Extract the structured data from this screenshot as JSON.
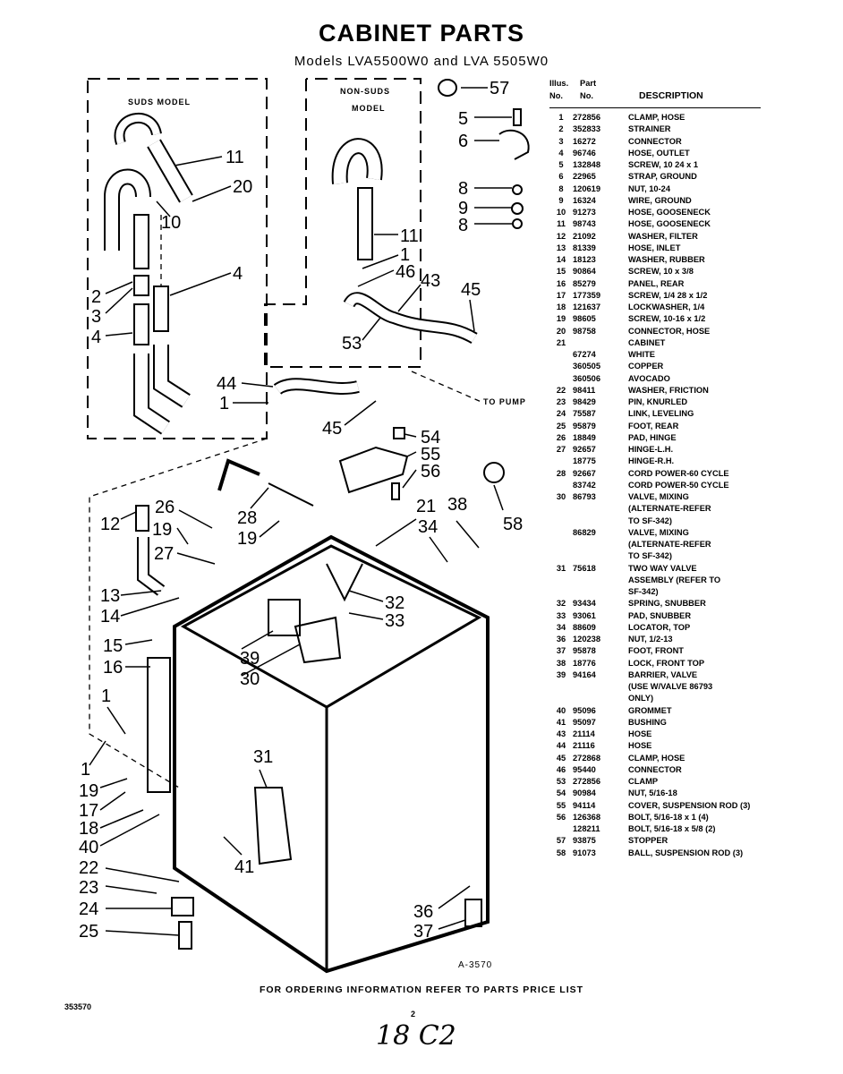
{
  "title": "CABINET PARTS",
  "subtitle": "Models LVA5500W0 and LVA 5505W0",
  "diagram": {
    "suds_label": "SUDS MODEL",
    "non_suds_label_1": "NON-SUDS",
    "non_suds_label_2": "MODEL",
    "to_pump_label": "TO PUMP",
    "figure_code": "A-3570",
    "callouts": {
      "c57": "57",
      "c5": "5",
      "c6": "6",
      "c8a": "8",
      "c9": "9",
      "c8b": "8",
      "c11a": "11",
      "c20": "20",
      "c10": "10",
      "c4a": "4",
      "c2": "2",
      "c3": "3",
      "c4b": "4",
      "c11b": "11",
      "c1a": "1",
      "c46": "46",
      "c43": "43",
      "c45a": "45",
      "c53": "53",
      "c44": "44",
      "c1b": "1",
      "c45b": "45",
      "c54": "54",
      "c55": "55",
      "c56": "56",
      "c58": "58",
      "c12": "12",
      "c26": "26",
      "c19a": "19",
      "c27": "27",
      "c28": "28",
      "c19b": "19",
      "c21": "21",
      "c38": "38",
      "c34": "34",
      "c32": "32",
      "c33": "33",
      "c13": "13",
      "c14": "14",
      "c15": "15",
      "c16": "16",
      "c39": "39",
      "c30": "30",
      "c1c": "1",
      "c1d": "1",
      "c31": "31",
      "c19c": "19",
      "c17": "17",
      "c18": "18",
      "c40": "40",
      "c41": "41",
      "c22": "22",
      "c23": "23",
      "c24": "24",
      "c25": "25",
      "c36": "36",
      "c37": "37"
    }
  },
  "parts_table": {
    "header_illus": "Illus.",
    "header_no": "No.",
    "header_part": "Part",
    "header_part_no": "No.",
    "header_desc": "DESCRIPTION",
    "rows": [
      {
        "no": "1",
        "part": "272856",
        "desc": "CLAMP, HOSE"
      },
      {
        "no": "2",
        "part": "352833",
        "desc": "STRAINER"
      },
      {
        "no": "3",
        "part": "16272",
        "desc": "CONNECTOR"
      },
      {
        "no": "4",
        "part": "96746",
        "desc": "HOSE, OUTLET"
      },
      {
        "no": "5",
        "part": "132848",
        "desc": "SCREW, 10 24 x 1"
      },
      {
        "no": "6",
        "part": "22965",
        "desc": "STRAP, GROUND"
      },
      {
        "no": "8",
        "part": "120619",
        "desc": "NUT, 10-24"
      },
      {
        "no": "9",
        "part": "16324",
        "desc": "WIRE, GROUND"
      },
      {
        "no": "10",
        "part": "91273",
        "desc": "HOSE, GOOSENECK"
      },
      {
        "no": "11",
        "part": "98743",
        "desc": "HOSE, GOOSENECK"
      },
      {
        "no": "12",
        "part": "21092",
        "desc": "WASHER, FILTER"
      },
      {
        "no": "13",
        "part": "81339",
        "desc": "HOSE, INLET"
      },
      {
        "no": "14",
        "part": "18123",
        "desc": "WASHER, RUBBER"
      },
      {
        "no": "15",
        "part": "90864",
        "desc": "SCREW, 10 x 3/8"
      },
      {
        "no": "16",
        "part": "85279",
        "desc": "PANEL, REAR"
      },
      {
        "no": "17",
        "part": "177359",
        "desc": "SCREW, 1/4 28 x 1/2"
      },
      {
        "no": "18",
        "part": "121637",
        "desc": "LOCKWASHER, 1/4"
      },
      {
        "no": "19",
        "part": "98605",
        "desc": "SCREW, 10-16 x 1/2"
      },
      {
        "no": "20",
        "part": "98758",
        "desc": "CONNECTOR, HOSE"
      },
      {
        "no": "21",
        "part": "",
        "desc": "CABINET"
      },
      {
        "no": "",
        "part": "67274",
        "desc": "WHITE"
      },
      {
        "no": "",
        "part": "360505",
        "desc": "COPPER"
      },
      {
        "no": "",
        "part": "360506",
        "desc": "AVOCADO"
      },
      {
        "no": "22",
        "part": "98411",
        "desc": "WASHER, FRICTION"
      },
      {
        "no": "23",
        "part": "98429",
        "desc": "PIN, KNURLED"
      },
      {
        "no": "24",
        "part": "75587",
        "desc": "LINK, LEVELING"
      },
      {
        "no": "25",
        "part": "95879",
        "desc": "FOOT, REAR"
      },
      {
        "no": "26",
        "part": "18849",
        "desc": "PAD, HINGE"
      },
      {
        "no": "27",
        "part": "92657",
        "desc": "HINGE-L.H."
      },
      {
        "no": "",
        "part": "18775",
        "desc": "HINGE-R.H."
      },
      {
        "no": "28",
        "part": "92667",
        "desc": "CORD POWER-60 CYCLE"
      },
      {
        "no": "",
        "part": "83742",
        "desc": "CORD POWER-50 CYCLE"
      },
      {
        "no": "30",
        "part": "86793",
        "desc": "VALVE, MIXING"
      },
      {
        "no": "",
        "part": "",
        "desc": "(ALTERNATE-REFER"
      },
      {
        "no": "",
        "part": "",
        "desc": "TO SF-342)"
      },
      {
        "no": "",
        "part": "86829",
        "desc": "VALVE, MIXING"
      },
      {
        "no": "",
        "part": "",
        "desc": "(ALTERNATE-REFER"
      },
      {
        "no": "",
        "part": "",
        "desc": "TO SF-342)"
      },
      {
        "no": "31",
        "part": "75618",
        "desc": "TWO WAY VALVE"
      },
      {
        "no": "",
        "part": "",
        "desc": "ASSEMBLY (REFER TO"
      },
      {
        "no": "",
        "part": "",
        "desc": "SF-342)"
      },
      {
        "no": "32",
        "part": "93434",
        "desc": "SPRING, SNUBBER"
      },
      {
        "no": "33",
        "part": "93061",
        "desc": "PAD, SNUBBER"
      },
      {
        "no": "34",
        "part": "88609",
        "desc": "LOCATOR, TOP"
      },
      {
        "no": "36",
        "part": "120238",
        "desc": "NUT, 1/2-13"
      },
      {
        "no": "37",
        "part": "95878",
        "desc": "FOOT, FRONT"
      },
      {
        "no": "38",
        "part": "18776",
        "desc": "LOCK, FRONT TOP"
      },
      {
        "no": "39",
        "part": "94164",
        "desc": "BARRIER, VALVE"
      },
      {
        "no": "",
        "part": "",
        "desc": "(USE W/VALVE 86793"
      },
      {
        "no": "",
        "part": "",
        "desc": "ONLY)"
      },
      {
        "no": "40",
        "part": "95096",
        "desc": "GROMMET"
      },
      {
        "no": "41",
        "part": "95097",
        "desc": "BUSHING"
      },
      {
        "no": "43",
        "part": "21114",
        "desc": "HOSE"
      },
      {
        "no": "44",
        "part": "21116",
        "desc": "HOSE"
      },
      {
        "no": "45",
        "part": "272868",
        "desc": "CLAMP, HOSE"
      },
      {
        "no": "46",
        "part": "95440",
        "desc": "CONNECTOR"
      },
      {
        "no": "53",
        "part": "272856",
        "desc": "CLAMP"
      },
      {
        "no": "54",
        "part": "90984",
        "desc": "NUT, 5/16-18"
      },
      {
        "no": "55",
        "part": "94114",
        "desc": "COVER, SUSPENSION ROD (3)"
      },
      {
        "no": "56",
        "part": "126368",
        "desc": "BOLT, 5/16-18 x 1 (4)"
      },
      {
        "no": "",
        "part": "128211",
        "desc": "BOLT, 5/16-18 x 5/8 (2)"
      },
      {
        "no": "57",
        "part": "93875",
        "desc": "STOPPER"
      },
      {
        "no": "58",
        "part": "91073",
        "desc": "BALL, SUSPENSION ROD (3)"
      }
    ]
  },
  "footer": {
    "ordering_note": "FOR ORDERING INFORMATION REFER TO PARTS PRICE LIST",
    "doc_number": "353570",
    "page_number": "2",
    "handwritten_note": "18 C2"
  }
}
